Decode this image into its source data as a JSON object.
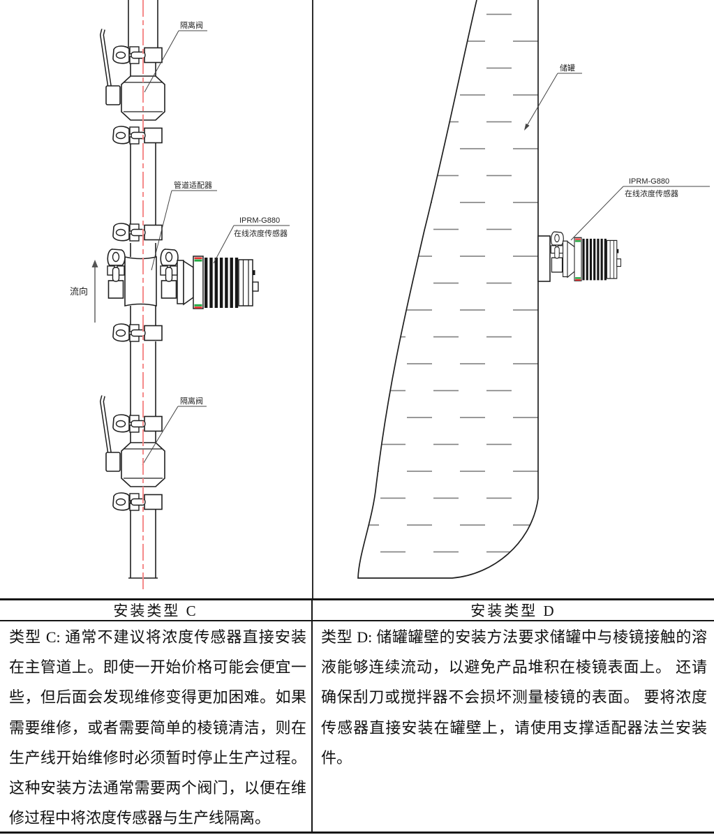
{
  "panels": {
    "left": {
      "header": "安装类型 C",
      "body": "类型 C: 通常不建议将浓度传感器直接安装在主管道上。即使一开始价格可能会便宜一些，但后面会发现维修变得更加困难。如果需要维修，或者需要简单的棱镜清洁，则在生产线开始维修时必须暂时停止生产过程。这种安装方法通常需要两个阀门，以便在维修过程中将浓度传感器与生产线隔离。",
      "labels": {
        "isolation_valve_top": "隔离阀",
        "pipe_adapter": "管道适配器",
        "sensor_line1": "IPRM-G880",
        "sensor_line2": "在线浓度传感器",
        "flow_direction": "流向",
        "isolation_valve_bottom": "隔离阀"
      }
    },
    "right": {
      "header": "安装类型 D",
      "body": "类型 D: 储罐罐壁的安装方法要求储罐中与棱镜接触的溶液能够连续流动，以避免产品堆积在棱镜表面上。 还请确保刮刀或搅拌器不会损坏测量棱镜的表面。 要将浓度传感器直接安装在罐壁上，请使用支撑适配器法兰安装件。",
      "labels": {
        "tank": "储罐",
        "sensor_line1": "IPRM-G880",
        "sensor_line2": "在线浓度传感器"
      }
    }
  },
  "colors": {
    "line": "#1f1f1f",
    "centerline": "#f58a8a",
    "stripe_red": "#e53030",
    "stripe_green": "#22aa44",
    "liquid_dash": "#808080",
    "border": "#151515"
  }
}
